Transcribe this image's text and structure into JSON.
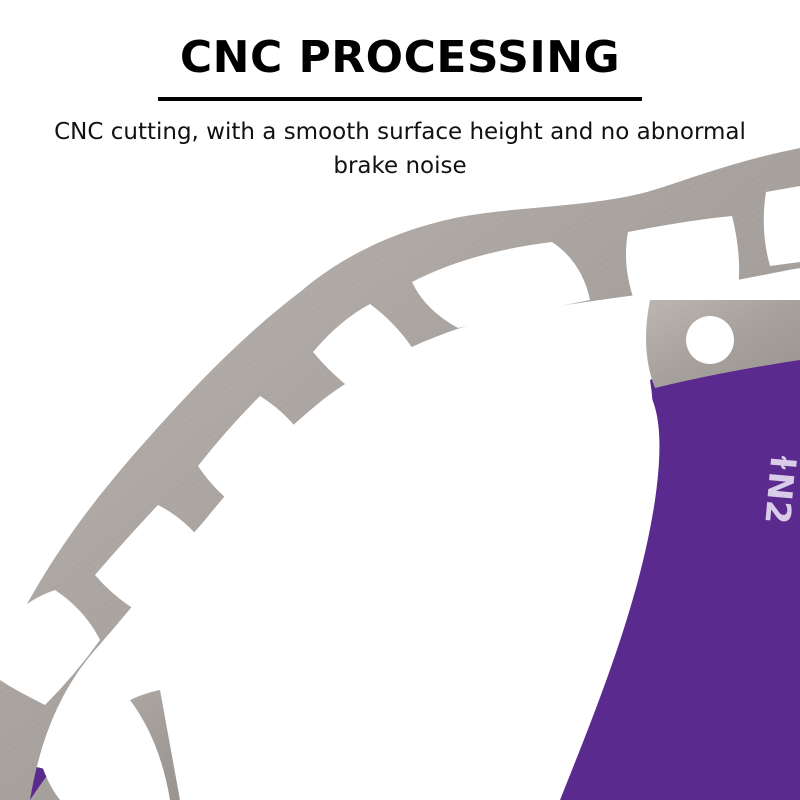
{
  "banner": {
    "title": "CNC PROCESSING",
    "subtitle": "CNC cutting, with a smooth surface height and no abnormal brake noise"
  },
  "product_photo": {
    "subject": "disc-brake-rotor",
    "rotor_marking": "ɫN2",
    "colors": {
      "steel": "#a8a29f",
      "steel_highlight": "#c2bdb9",
      "carrier": "#5b2a8f",
      "background": "#ffffff"
    }
  }
}
